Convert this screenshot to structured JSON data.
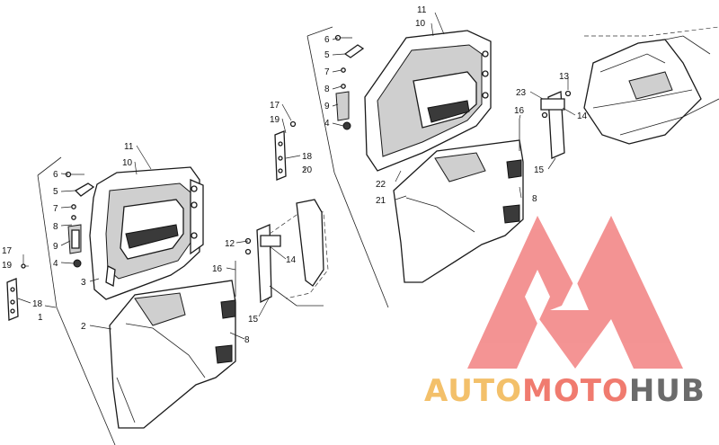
{
  "callouts": {
    "c1": "1",
    "c2": "2",
    "c3": "3",
    "c4": "4",
    "c5": "5",
    "c6": "6",
    "c7": "7",
    "c8": "8",
    "c9": "9",
    "c10": "10",
    "c11": "11",
    "c12": "12",
    "c14": "14",
    "c15": "15",
    "c16": "16",
    "c17": "17",
    "c18": "18",
    "c19": "19",
    "r4": "4",
    "r5": "5",
    "r6": "6",
    "r7": "7",
    "r8": "8",
    "r9": "9",
    "r10": "10",
    "r11": "11",
    "r13": "13",
    "r14": "14",
    "r15": "15",
    "r16": "16",
    "r17": "17",
    "r18": "18",
    "r19": "19",
    "r20": "20",
    "r21": "21",
    "r22": "22",
    "r23": "23",
    "r8b": "8"
  },
  "watermark": {
    "part1": "AUTO",
    "part2": "MOTO",
    "part3": "HUB",
    "color_auto": "#f3c06a",
    "color_moto": "#f07b6f",
    "color_hub": "#6b6b6b",
    "logo_color": "#f07070"
  }
}
